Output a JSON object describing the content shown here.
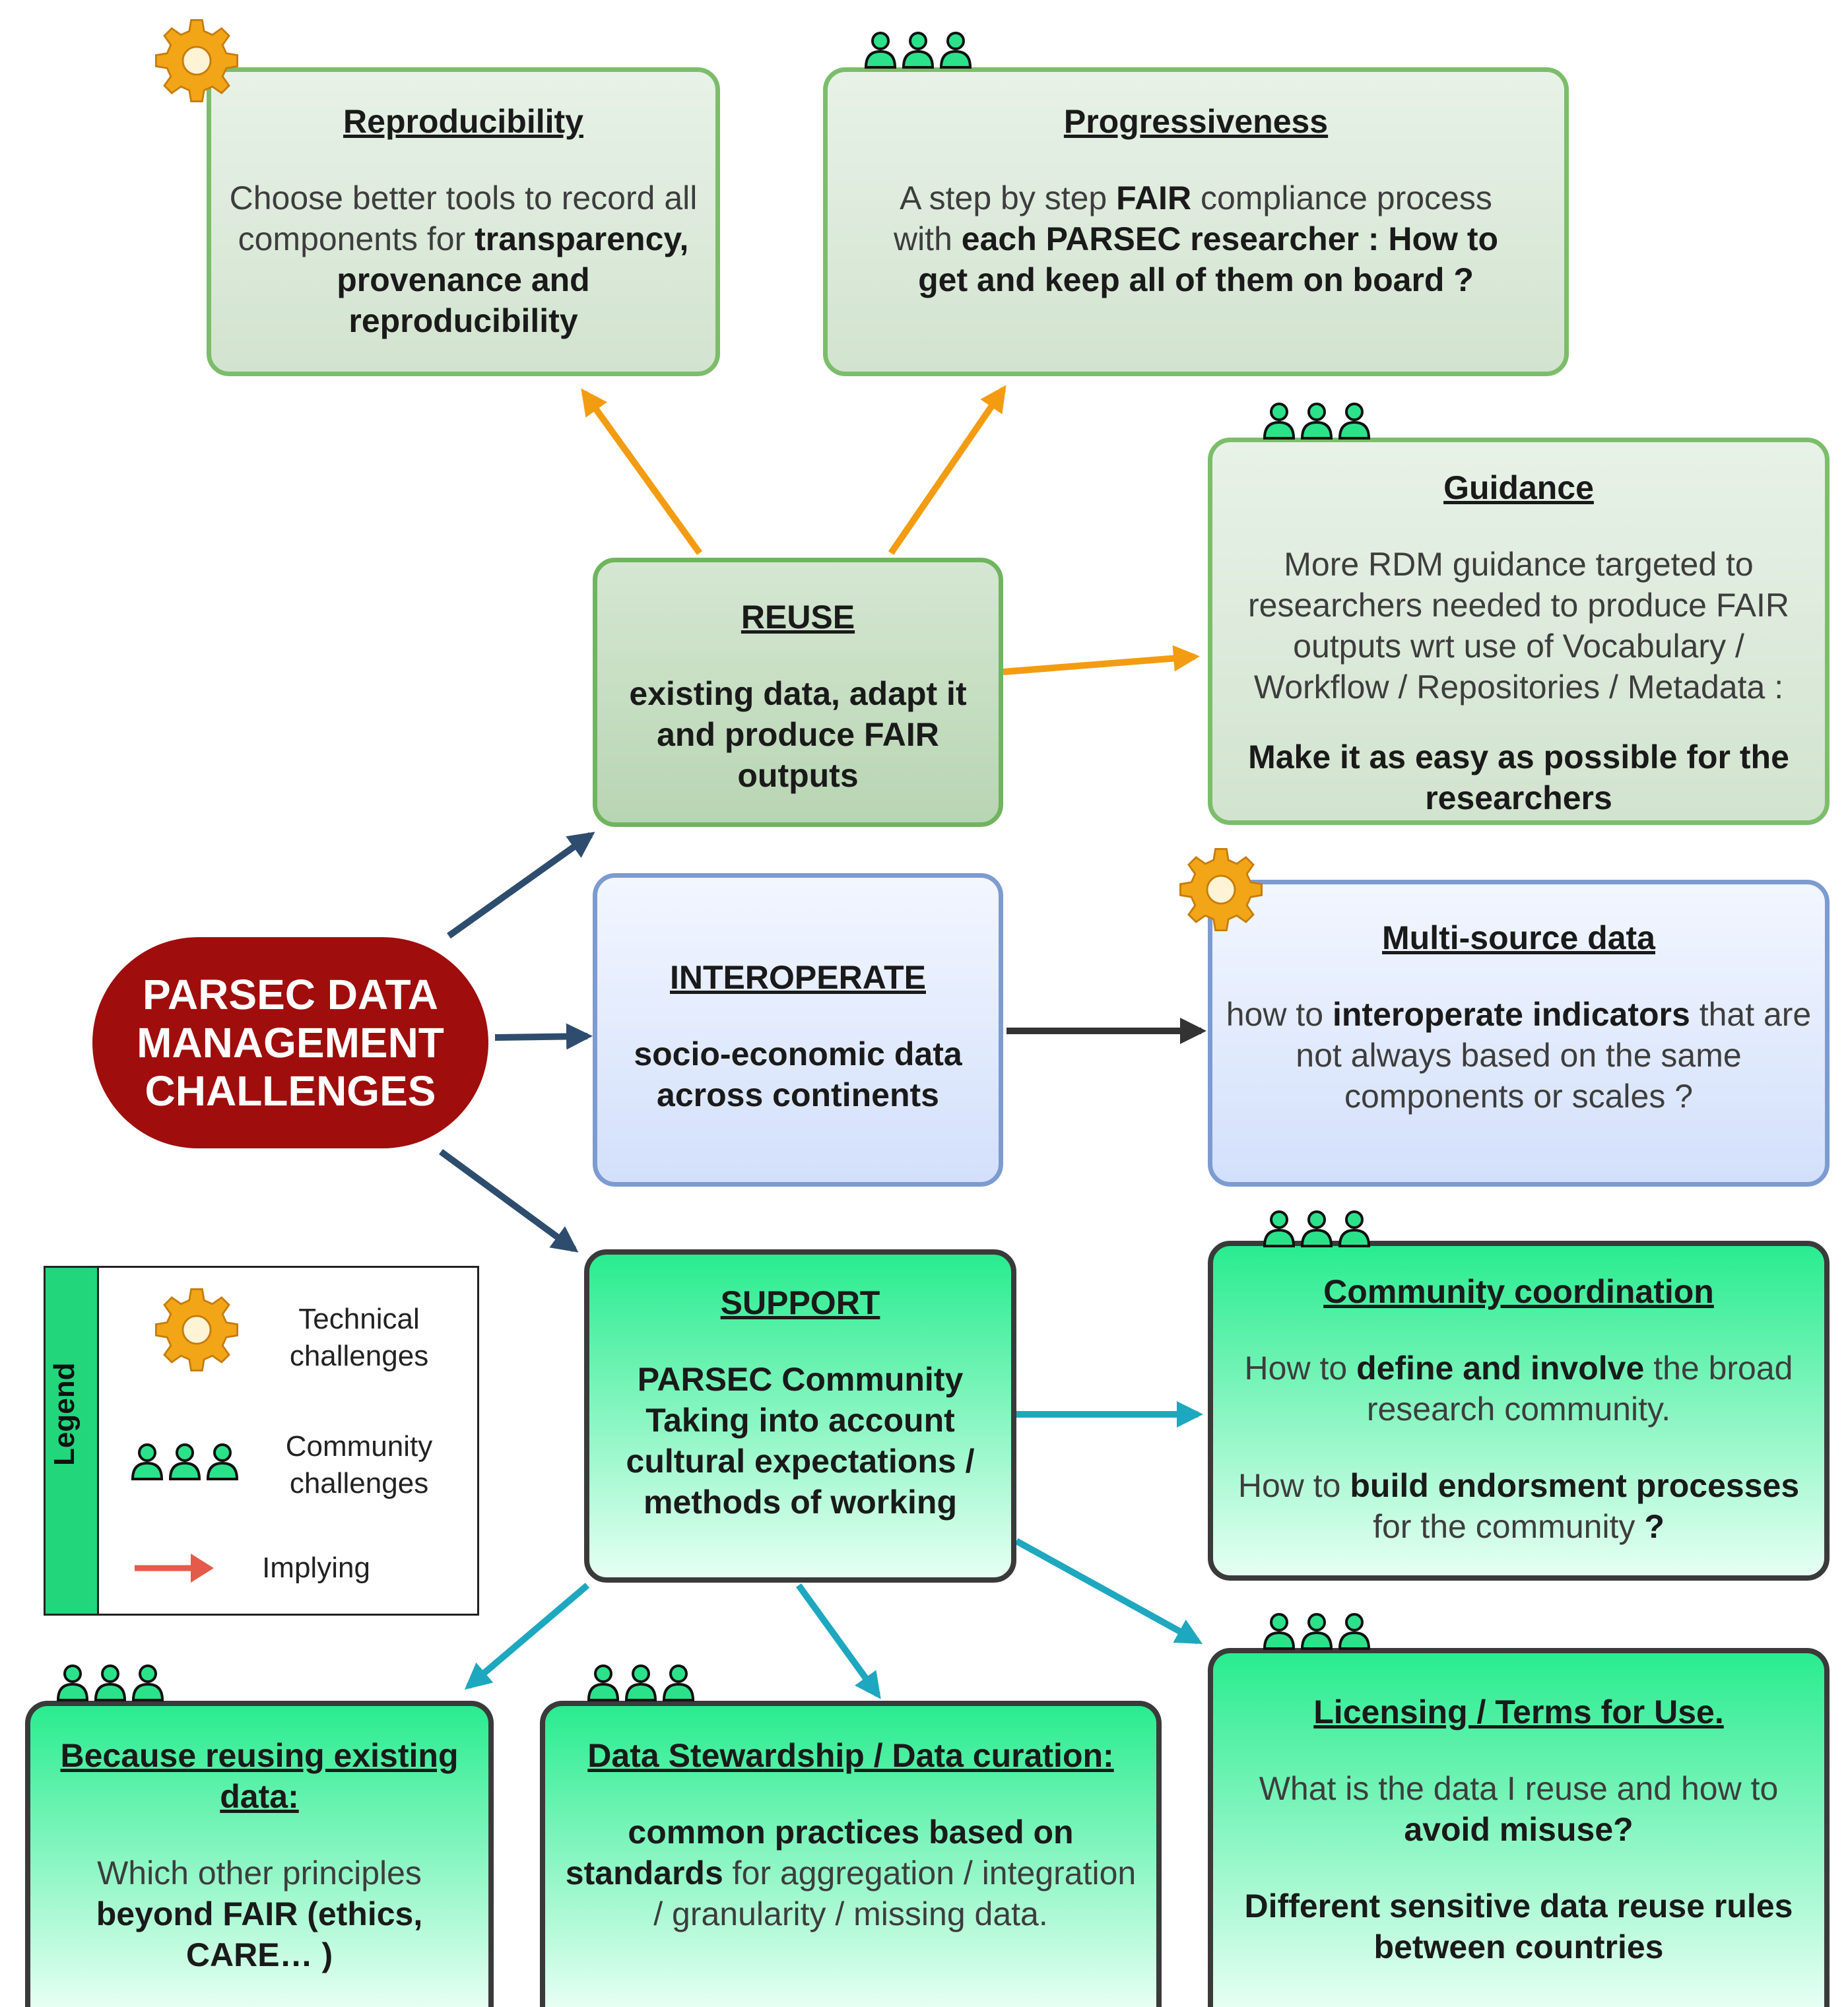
{
  "center": {
    "lines": [
      "PARSEC DATA",
      "MANAGEMENT",
      "CHALLENGES"
    ]
  },
  "reproducibility": {
    "title": "Reproducibility",
    "text_plain": "Choose better tools to record all components for",
    "text_bold": "transparency, provenance and reproducibility"
  },
  "progressiveness": {
    "title": "Progressiveness",
    "text_plain_1": "A step by step",
    "text_bold_1": "FAIR",
    "text_plain_2": "compliance process with",
    "text_bold_2": "each PARSEC researcher : How to get and keep all of them on board ?"
  },
  "reuse": {
    "title": "REUSE",
    "text": "existing data, adapt it and produce FAIR outputs"
  },
  "guidance": {
    "title": "Guidance",
    "text": "More RDM guidance targeted to researchers needed to produce FAIR outputs wrt use of Vocabulary / Workflow / Repositories / Metadata :",
    "text_bold": "Make it as easy as possible for the researchers"
  },
  "interoperate": {
    "title": "INTEROPERATE",
    "text": "socio-economic data across continents"
  },
  "multisource": {
    "title": "Multi-source data",
    "text_plain_1": "how to",
    "text_bold": "interoperate indicators",
    "text_plain_2": "that are not always based on the same components or scales ?"
  },
  "support": {
    "title": "SUPPORT",
    "text": "PARSEC Community Taking into account cultural expectations / methods of working"
  },
  "community_coordination": {
    "title": "Community coordination",
    "p1_plain_1": "How to",
    "p1_bold": "define and involve",
    "p1_plain_2": "the broad research community.",
    "p2_plain_1": "How to",
    "p2_bold_1": "build endorsment processes",
    "p2_plain_2": "for the community",
    "p2_bold_2": "?"
  },
  "licensing": {
    "title": "Licensing / Terms for Use.",
    "p1_plain": "What is the data I reuse and how to",
    "p1_bold": "avoid misuse?",
    "p2_bold": "Different sensitive data reuse rules between countries"
  },
  "reusing_existing": {
    "title": "Because reusing existing data:",
    "text_plain": "Which other principles",
    "text_bold": "beyond FAIR (ethics, CARE… )"
  },
  "stewardship": {
    "title": "Data Stewardship / Data curation:",
    "text_bold": "common practices based on standards",
    "text_plain": "for aggregation / integration / granularity / missing data."
  },
  "legend": {
    "label": "Legend",
    "technical": "Technical challenges",
    "community": "Community challenges",
    "implying": "Implying"
  },
  "colors": {
    "center_fill": "#a00d0d",
    "arrow_orange": "#f39c12",
    "arrow_navy": "#2e4d6e",
    "arrow_dark": "#333333",
    "arrow_teal": "#1ea8bf",
    "arrow_legend": "#e55b4a"
  },
  "icons": {
    "technical": "gear-icon",
    "community": "people-group-icon",
    "implying": "arrow-right-icon"
  }
}
